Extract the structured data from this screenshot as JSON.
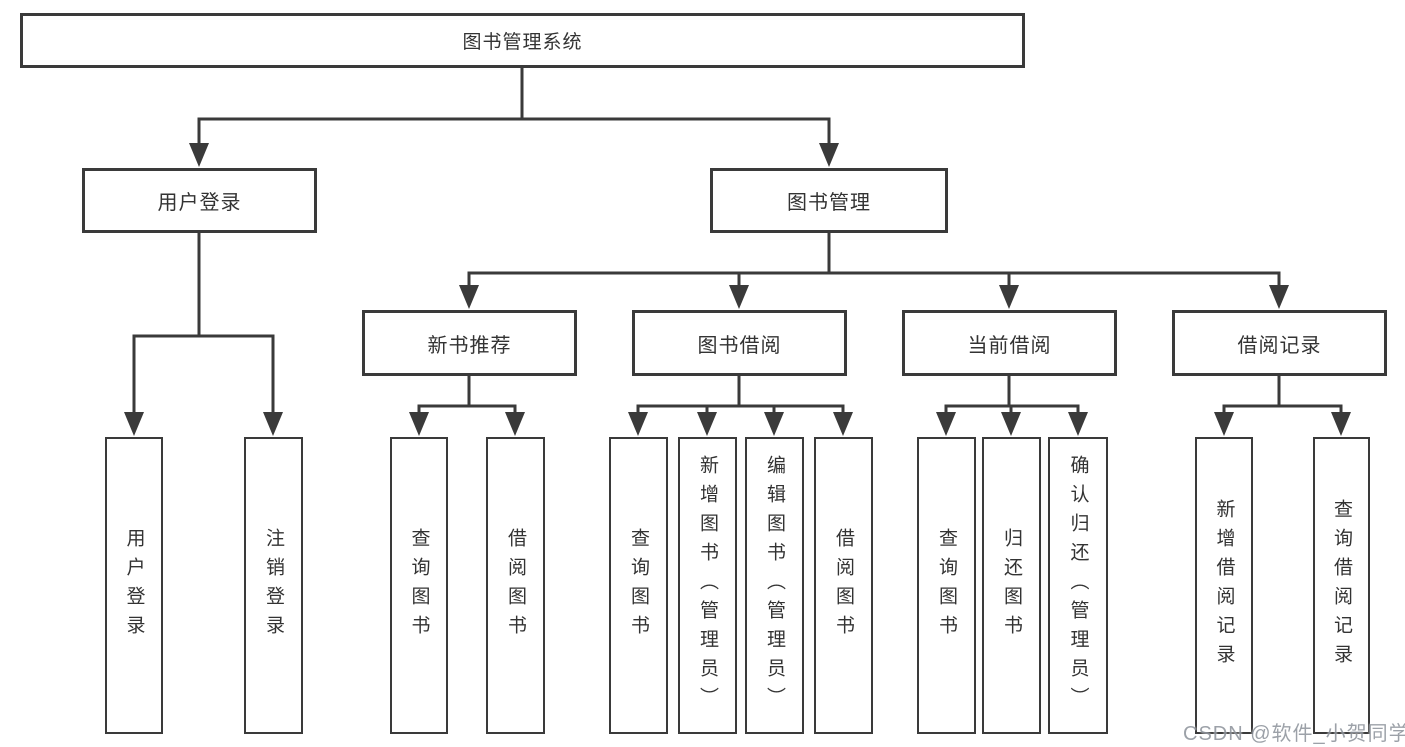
{
  "nodes": {
    "root": {
      "label": "图书管理系统"
    },
    "user_login": {
      "label": "用户登录",
      "children": [
        {
          "label": "用户登录"
        },
        {
          "label": "注销登录"
        }
      ]
    },
    "book_management": {
      "label": "图书管理",
      "children": [
        {
          "label": "新书推荐",
          "children": [
            {
              "label": "查询图书"
            },
            {
              "label": "借阅图书"
            }
          ]
        },
        {
          "label": "图书借阅",
          "children": [
            {
              "label": "查询图书"
            },
            {
              "label": "新增图书（管理员）"
            },
            {
              "label": "编辑图书（管理员）"
            },
            {
              "label": "借阅图书"
            }
          ]
        },
        {
          "label": "当前借阅",
          "children": [
            {
              "label": "查询图书"
            },
            {
              "label": "归还图书"
            },
            {
              "label": "确认归还（管理员）"
            }
          ]
        },
        {
          "label": "借阅记录",
          "children": [
            {
              "label": "新增借阅记录"
            },
            {
              "label": "查询借阅记录"
            }
          ]
        }
      ]
    }
  },
  "watermark": {
    "text": "CSDN @软件_小贺同学"
  },
  "colors": {
    "line": "#3a3a3a",
    "text": "#333333",
    "background": "#ffffff",
    "watermark": "#8f959d"
  }
}
